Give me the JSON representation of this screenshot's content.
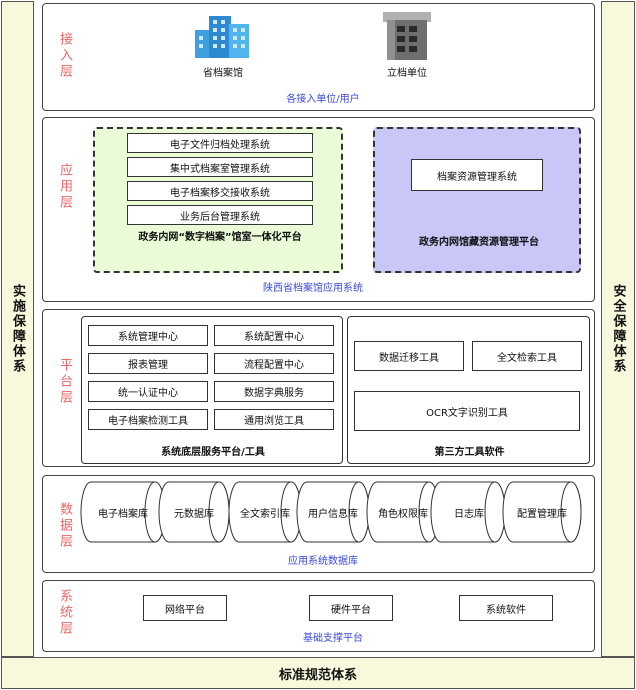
{
  "side_left": "实施保障体系",
  "side_right": "安全保障体系",
  "bottom_bar": "标准规范体系",
  "layers": {
    "access": {
      "label": "接入层",
      "icon1_label": "省档案馆",
      "icon2_label": "立档单位",
      "caption": "各接入单位/用户"
    },
    "app": {
      "label": "应用层",
      "green_items": [
        "电子文件归档处理系统",
        "集中式档案室管理系统",
        "电子档案移交接收系统",
        "业务后台管理系统"
      ],
      "green_title": "政务内网“数字档案”馆室一体化平台",
      "purple_item": "档案资源管理系统",
      "purple_title": "政务内网馆藏资源管理平台",
      "caption": "陕西省档案馆应用系统"
    },
    "platform": {
      "label": "平台层",
      "left_items": [
        "系统管理中心",
        "系统配置中心",
        "报表管理",
        "流程配置中心",
        "统一认证中心",
        "数据字典服务",
        "电子档案检测工具",
        "通用浏览工具"
      ],
      "left_title": "系统底层服务平台/工具",
      "right_items": [
        "数据迁移工具",
        "全文检索工具",
        "OCR文字识别工具"
      ],
      "right_title": "第三方工具软件"
    },
    "data": {
      "label": "数据层",
      "dbs": [
        "电子档案库",
        "元数据库",
        "全文索引库",
        "用户信息库",
        "角色权限库",
        "日志库",
        "配置管理库"
      ],
      "caption": "应用系统数据库"
    },
    "system": {
      "label": "系统层",
      "items": [
        "网络平台",
        "硬件平台",
        "系统软件"
      ],
      "caption": "基础支撑平台"
    }
  },
  "colors": {
    "side_bg": "#f8f8dc",
    "layer_label": "#e8696a",
    "caption": "#3b4ad8",
    "green_bg": "#eafbd7",
    "purple_bg": "#c9c7f7"
  }
}
